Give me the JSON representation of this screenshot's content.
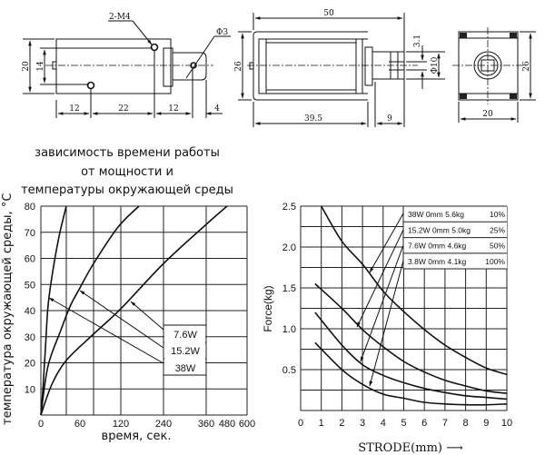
{
  "drawings": {
    "side_view": {
      "height": "20",
      "inner_height": "14",
      "hole_label": "2-M4",
      "pin_label": "Φ3",
      "dims": [
        "12",
        "22",
        "12",
        "4"
      ]
    },
    "top_view": {
      "length": "50",
      "height": "26",
      "body_length": "39.5",
      "plunger_length": "9",
      "slot": "3.1",
      "diameter": "Φ10"
    },
    "end_view": {
      "height": "26",
      "width": "20"
    }
  },
  "chart_data": [
    {
      "type": "line",
      "title": [
        "зависимость времени работы",
        "от мощности и",
        "температуры окружающей среды"
      ],
      "xlabel": "время, сек.",
      "ylabel": "температура окружающей среды, °C",
      "x_ticks": [
        "0",
        "60",
        "120",
        "240",
        "360",
        "480",
        "600"
      ],
      "y_ticks": [
        "80",
        "70",
        "60",
        "50",
        "40",
        "30",
        "20",
        "10"
      ],
      "ylim": [
        0,
        80
      ],
      "xlim": [
        0,
        600
      ],
      "grid": true,
      "series": [
        {
          "name": "38W",
          "x": [
            0,
            3,
            7,
            11,
            18,
            28,
            39
          ],
          "y": [
            0,
            9.4,
            25.7,
            41.7,
            54.6,
            68.5,
            80
          ]
        },
        {
          "name": "15.2W",
          "x": [
            0,
            11,
            31,
            45,
            60,
            80,
            116,
            171
          ],
          "y": [
            0,
            18.8,
            32.7,
            41.7,
            48.7,
            58,
            72,
            80
          ]
        },
        {
          "name": "7.6W",
          "x": [
            0,
            17,
            39,
            77,
            120,
            240,
            360,
            480
          ],
          "y": [
            0,
            11.8,
            20.9,
            30.3,
            40.7,
            58,
            73,
            80
          ]
        }
      ],
      "legend": [
        "7.6W",
        "15.2W",
        "38W"
      ]
    },
    {
      "type": "line",
      "xlabel": "STRODE(mm) ⟶",
      "ylabel": "Force(kg)",
      "x_ticks": [
        "0",
        "1",
        "2",
        "3",
        "4",
        "5",
        "6",
        "7",
        "8",
        "9",
        "10"
      ],
      "y_ticks": [
        "2.5",
        "2.0",
        "1.5",
        "1.0",
        "0.5"
      ],
      "xlim": [
        0,
        10
      ],
      "ylim": [
        0,
        2.5
      ],
      "grid": true,
      "legend": [
        {
          "power": "38W",
          "stroke": "0mm",
          "force": "5.6kg",
          "duty": "10%"
        },
        {
          "power": "15.2W",
          "stroke": "0mm",
          "force": "5.0kg",
          "duty": "25%"
        },
        {
          "power": "7.6W",
          "stroke": "0mm",
          "force": "4.6kg",
          "duty": "50%"
        },
        {
          "power": "3.8W",
          "stroke": "0mm",
          "force": "4.1kg",
          "duty": "100%"
        }
      ],
      "series": [
        {
          "name": "38W",
          "x": [
            1,
            2,
            3,
            4,
            5,
            6,
            7,
            8,
            9,
            10
          ],
          "y": [
            2.5,
            2.07,
            1.79,
            1.46,
            1.21,
            0.99,
            0.8,
            0.65,
            0.52,
            0.44
          ]
        },
        {
          "name": "15.2W",
          "x": [
            0.7,
            2,
            3,
            4,
            5,
            6,
            7,
            8,
            9,
            10
          ],
          "y": [
            1.55,
            1.25,
            0.99,
            0.78,
            0.6,
            0.47,
            0.37,
            0.3,
            0.24,
            0.21
          ]
        },
        {
          "name": "7.6W",
          "x": [
            0.7,
            2,
            3,
            4,
            5,
            6,
            7,
            8,
            9,
            10
          ],
          "y": [
            1.2,
            0.8,
            0.56,
            0.43,
            0.34,
            0.27,
            0.22,
            0.18,
            0.16,
            0.14
          ]
        },
        {
          "name": "3.8W",
          "x": [
            0.7,
            2,
            3,
            4,
            5,
            6,
            7,
            8,
            9,
            10
          ],
          "y": [
            0.83,
            0.5,
            0.32,
            0.2,
            0.15,
            0.1,
            0.08,
            0.07,
            0.07,
            0.08
          ]
        }
      ]
    }
  ]
}
